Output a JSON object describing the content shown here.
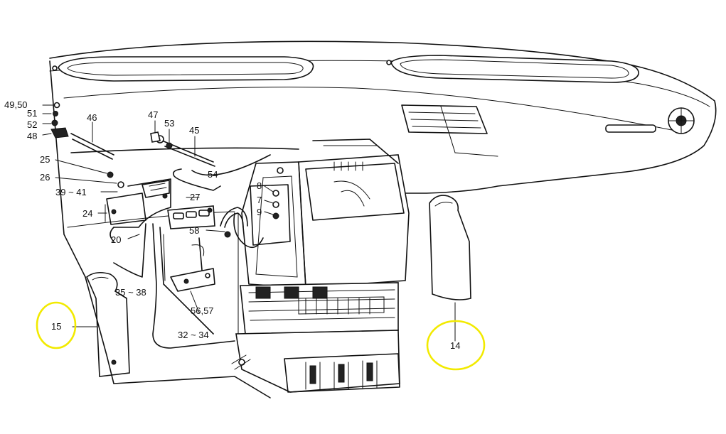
{
  "labels": {
    "l4950": "49,50",
    "l51": "51",
    "l52": "52",
    "l48": "48",
    "l46": "46",
    "l47": "47",
    "l53": "53",
    "l45": "45",
    "l25": "25",
    "l26": "26",
    "l3941": "39 ~ 41",
    "l24": "24",
    "l20": "20",
    "l54": "54",
    "l27": "27",
    "l58": "58",
    "l8": "8",
    "l7": "7",
    "l9": "9",
    "l3538": "35 ~ 38",
    "l5657": "56,57",
    "l3234": "32 ~ 34",
    "l15": "15",
    "l14": "14"
  },
  "colors": {
    "line": "#111111",
    "highlight": "#f2ea00",
    "background": "#ffffff"
  }
}
